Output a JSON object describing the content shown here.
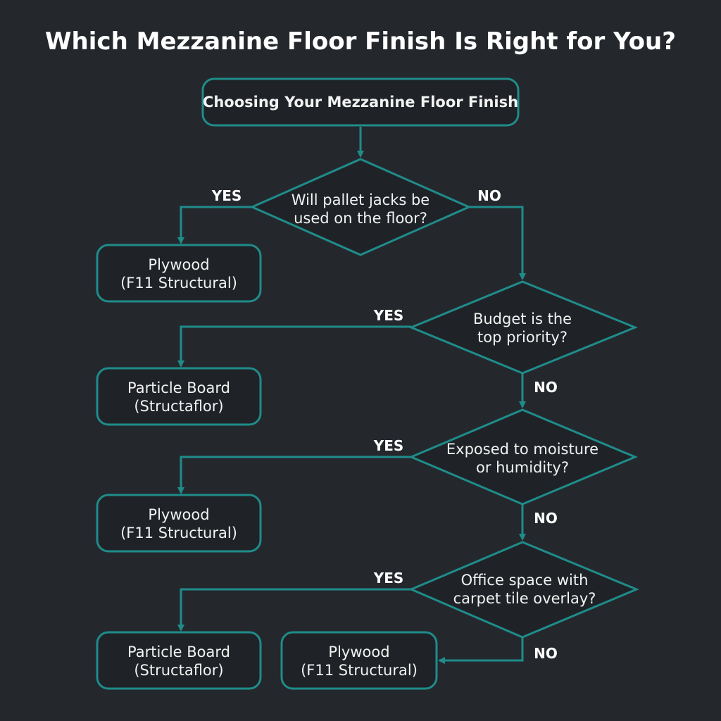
{
  "title": "Which Mezzanine Floor Finish Is Right for You?",
  "colors": {
    "background": "#24282d",
    "accent": "#1f8c8a",
    "text": "#ffffff"
  },
  "start": {
    "label": "Choosing Your Mezzanine Floor Finish"
  },
  "decisions": [
    {
      "line1": "Will pallet jacks be",
      "line2": "used on the floor?"
    },
    {
      "line1": "Budget is the",
      "line2": "top priority?"
    },
    {
      "line1": "Exposed to moisture",
      "line2": "or humidity?"
    },
    {
      "line1": "Office space with",
      "line2": "carpet tile overlay?"
    }
  ],
  "outcomes": [
    {
      "line1": "Plywood",
      "line2": "(F11 Structural)"
    },
    {
      "line1": "Particle Board",
      "line2": "(Structaflor)"
    },
    {
      "line1": "Plywood",
      "line2": "(F11 Structural)"
    },
    {
      "line1": "Particle Board",
      "line2": "(Structaflor)"
    },
    {
      "line1": "Plywood",
      "line2": "(F11 Structural)"
    }
  ],
  "edge_labels": {
    "yes": "YES",
    "no": "NO"
  }
}
